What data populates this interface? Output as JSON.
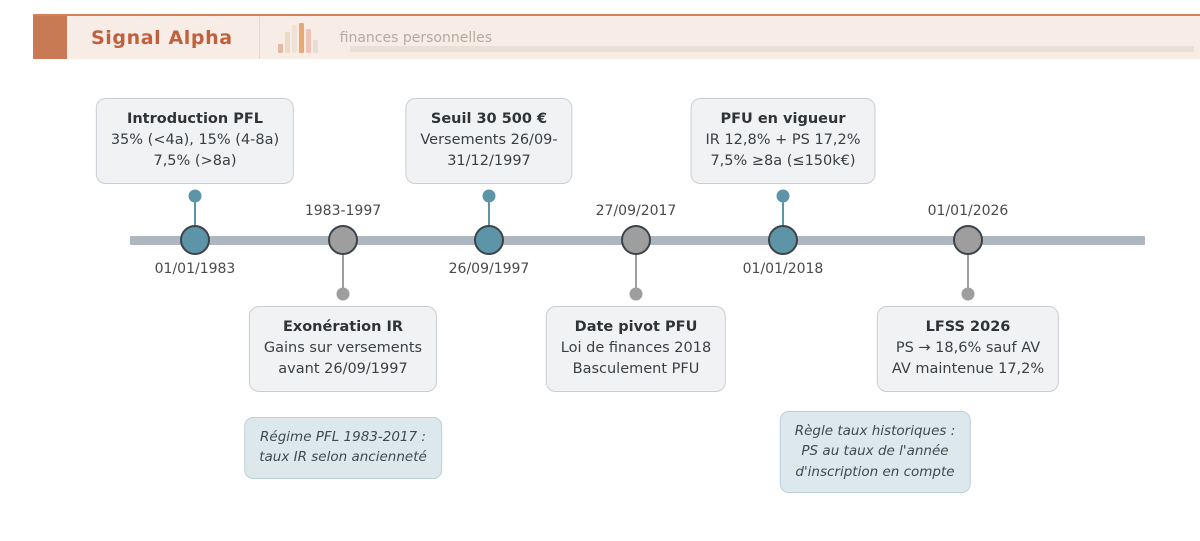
{
  "header": {
    "brand": "Signal Alpha",
    "subtitle": "finances personnelles",
    "accent_color": "#c87a55",
    "brand_color": "#c0603c",
    "background_color": "#f7ece6",
    "chart_icon_name": "bar-chart-icon"
  },
  "timeline": {
    "axis_color": "#aeb6c0",
    "teal_color": "#5d94a8",
    "grey_color": "#9e9e9e",
    "events": [
      {
        "id": "introduction-pfl",
        "date_label": "01/01/1983",
        "date_position": "below",
        "marker": "teal",
        "card_position": "above",
        "card": {
          "title": "Introduction PFL",
          "lines": [
            "35% (<4a), 15% (4-8a)",
            "7,5% (>8a)"
          ]
        }
      },
      {
        "id": "exoneration-ir",
        "date_label": "1983-1997",
        "date_position": "above",
        "marker": "grey",
        "card_position": "below",
        "card": {
          "title": "Exonération IR",
          "lines": [
            "Gains sur versements",
            "avant 26/09/1997"
          ]
        }
      },
      {
        "id": "seuil-30500",
        "date_label": "26/09/1997",
        "date_position": "below",
        "marker": "teal",
        "card_position": "above",
        "card": {
          "title": "Seuil 30 500 €",
          "lines": [
            "Versements 26/09-",
            "31/12/1997"
          ]
        }
      },
      {
        "id": "date-pivot-pfu",
        "date_label": "27/09/2017",
        "date_position": "above",
        "marker": "grey",
        "card_position": "below",
        "card": {
          "title": "Date pivot PFU",
          "lines": [
            "Loi de finances 2018",
            "Basculement PFU"
          ]
        }
      },
      {
        "id": "pfu-en-vigueur",
        "date_label": "01/01/2018",
        "date_position": "below",
        "marker": "teal",
        "card_position": "above",
        "card": {
          "title": "PFU en vigueur",
          "lines": [
            "IR 12,8% + PS 17,2%",
            "7,5% ≥8a (≤150k€)"
          ]
        }
      },
      {
        "id": "lfss-2026",
        "date_label": "01/01/2026",
        "date_position": "above",
        "marker": "grey",
        "card_position": "below",
        "card": {
          "title": "LFSS 2026",
          "lines": [
            "PS → 18,6% sauf AV",
            "AV maintenue 17,2%"
          ]
        }
      }
    ],
    "notes": [
      {
        "id": "note-regime-pfl",
        "lines": [
          "Régime PFL 1983-2017 :",
          "taux IR selon ancienneté"
        ]
      },
      {
        "id": "note-regle-taux",
        "lines": [
          "Règle taux historiques :",
          "PS au taux de l'année",
          "d'inscription en compte"
        ]
      }
    ]
  }
}
